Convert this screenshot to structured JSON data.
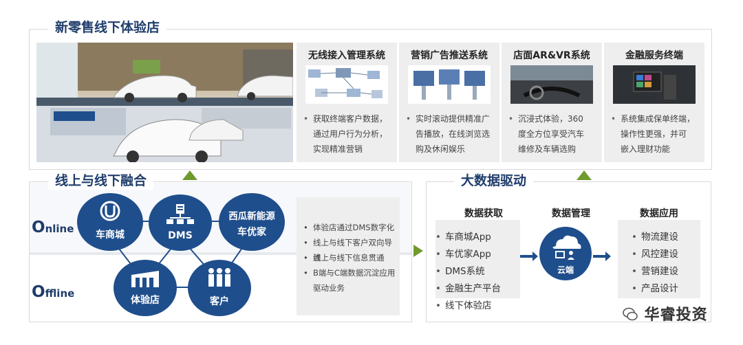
{
  "top": {
    "title": "新零售线下体验店",
    "cards": [
      {
        "title": "无线接入管理系统",
        "lines": [
          "获取终端客户数据，",
          "通过用户行为分析，",
          "实现精准营销"
        ]
      },
      {
        "title": "营销广告推送系统",
        "lines": [
          "实时滚动提供精准广",
          "告播放，在线浏览选",
          "购及休闲娱乐"
        ]
      },
      {
        "title": "店面AR&VR系统",
        "lines": [
          "沉浸式体验，360",
          "度全方位享受汽车",
          "维修及车辆选购"
        ]
      },
      {
        "title": "金融服务终端",
        "lines": [
          "系统集成保单终端，",
          "操作性更强，并可",
          "嵌入理财功能"
        ]
      }
    ]
  },
  "left": {
    "title": "线上与线下融合",
    "online_label_initial": "O",
    "online_label_rest": "nline",
    "offline_label_initial": "O",
    "offline_label_rest": "ffline",
    "nodes": {
      "mall": "车商城",
      "dms": "DMS",
      "partner_line1": "西瓜新能源",
      "partner_line2": "车优家",
      "store": "体验店",
      "customer": "客户"
    },
    "info": [
      "体验店通过DMS数字化",
      "线上与线下客户双向导流",
      "线上与线下信息贯通",
      "B端与C端数据沉淀应用驱动业务"
    ]
  },
  "right": {
    "title": "大数据驱动",
    "acquire_title": "数据获取",
    "manage_title": "数据管理",
    "apply_title": "数据应用",
    "acquire_items": [
      "车商城App",
      "车优家App",
      "DMS系统",
      "金融生产平台",
      "线下体验店"
    ],
    "cloud_label": "云端",
    "apply_items": [
      "物流建设",
      "风控建设",
      "营销建设",
      "产品设计"
    ]
  },
  "watermark": "华睿投资",
  "colors": {
    "navy": "#1f4e8c",
    "title": "#1f3d6b",
    "accent_green": "#6f9a2e",
    "panel_gray": "#eeeeee"
  }
}
